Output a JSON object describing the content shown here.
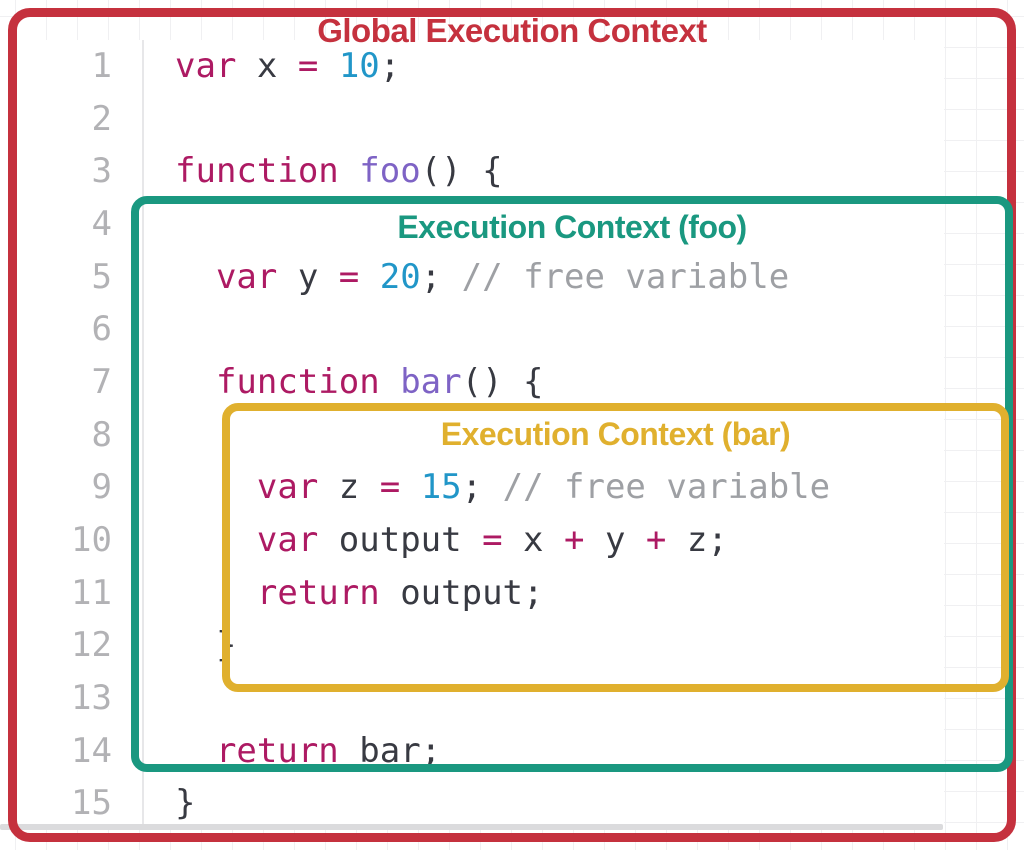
{
  "contexts": {
    "global": {
      "title": "Global Execution Context",
      "color": "#C5313E"
    },
    "foo": {
      "title": "Execution Context (foo)",
      "color": "#1A9880"
    },
    "bar": {
      "title": "Execution Context (bar)",
      "color": "#E0B02E"
    }
  },
  "colors": {
    "keyword": "#AD1A63",
    "number": "#2196C8",
    "function_name": "#7E63C5",
    "comment": "#9EA0A4",
    "plain": "#383A42",
    "line_number": "#B2B2B5"
  },
  "editor": {
    "lines": [
      {
        "num": "1",
        "tokens": [
          {
            "t": "var",
            "c": "kw"
          },
          {
            "t": " x ",
            "c": "pl"
          },
          {
            "t": "=",
            "c": "kw"
          },
          {
            "t": " ",
            "c": "pl"
          },
          {
            "t": "10",
            "c": "num"
          },
          {
            "t": ";",
            "c": "pl"
          }
        ]
      },
      {
        "num": "2",
        "tokens": []
      },
      {
        "num": "3",
        "tokens": [
          {
            "t": "function",
            "c": "kw"
          },
          {
            "t": " ",
            "c": "pl"
          },
          {
            "t": "foo",
            "c": "fn"
          },
          {
            "t": "() {",
            "c": "pl"
          }
        ]
      },
      {
        "num": "4",
        "tokens": []
      },
      {
        "num": "5",
        "tokens": [
          {
            "t": "  ",
            "c": "pl"
          },
          {
            "t": "var",
            "c": "kw"
          },
          {
            "t": " y ",
            "c": "pl"
          },
          {
            "t": "=",
            "c": "kw"
          },
          {
            "t": " ",
            "c": "pl"
          },
          {
            "t": "20",
            "c": "num"
          },
          {
            "t": "; ",
            "c": "pl"
          },
          {
            "t": "// free variable",
            "c": "cm"
          }
        ]
      },
      {
        "num": "6",
        "tokens": []
      },
      {
        "num": "7",
        "tokens": [
          {
            "t": "  ",
            "c": "pl"
          },
          {
            "t": "function",
            "c": "kw"
          },
          {
            "t": " ",
            "c": "pl"
          },
          {
            "t": "bar",
            "c": "fn"
          },
          {
            "t": "() {",
            "c": "pl"
          }
        ]
      },
      {
        "num": "8",
        "tokens": []
      },
      {
        "num": "9",
        "tokens": [
          {
            "t": "    ",
            "c": "pl"
          },
          {
            "t": "var",
            "c": "kw"
          },
          {
            "t": " z ",
            "c": "pl"
          },
          {
            "t": "=",
            "c": "kw"
          },
          {
            "t": " ",
            "c": "pl"
          },
          {
            "t": "15",
            "c": "num"
          },
          {
            "t": "; ",
            "c": "pl"
          },
          {
            "t": "// free variable",
            "c": "cm"
          }
        ]
      },
      {
        "num": "10",
        "tokens": [
          {
            "t": "    ",
            "c": "pl"
          },
          {
            "t": "var",
            "c": "kw"
          },
          {
            "t": " output ",
            "c": "pl"
          },
          {
            "t": "=",
            "c": "kw"
          },
          {
            "t": " x ",
            "c": "pl"
          },
          {
            "t": "+",
            "c": "kw"
          },
          {
            "t": " y ",
            "c": "pl"
          },
          {
            "t": "+",
            "c": "kw"
          },
          {
            "t": " z;",
            "c": "pl"
          }
        ]
      },
      {
        "num": "11",
        "tokens": [
          {
            "t": "    ",
            "c": "pl"
          },
          {
            "t": "return",
            "c": "kw"
          },
          {
            "t": " output;",
            "c": "pl"
          }
        ]
      },
      {
        "num": "12",
        "tokens": [
          {
            "t": "  }",
            "c": "pl"
          }
        ]
      },
      {
        "num": "13",
        "tokens": []
      },
      {
        "num": "14",
        "tokens": [
          {
            "t": "  ",
            "c": "pl"
          },
          {
            "t": "return",
            "c": "kw"
          },
          {
            "t": " bar;",
            "c": "pl"
          }
        ]
      },
      {
        "num": "15",
        "tokens": [
          {
            "t": "}",
            "c": "pl"
          }
        ]
      }
    ]
  }
}
